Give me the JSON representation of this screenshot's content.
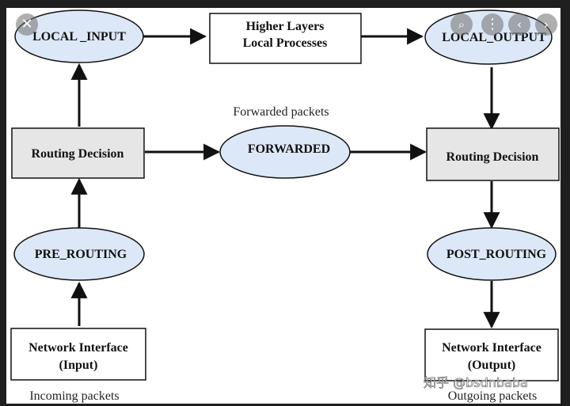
{
  "viewer": {
    "close_glyph": "✕",
    "lens_glyph": "⌕",
    "more_glyph": "⋮",
    "prev_glyph": "‹",
    "next_glyph": "›",
    "icons": [
      "close-icon",
      "lens-icon",
      "more-vert-icon",
      "chevron-left-icon",
      "chevron-right-icon"
    ]
  },
  "diagram": {
    "nodes": {
      "local_input": "LOCAL _INPUT",
      "higher_layers_line1": "Higher Layers",
      "higher_layers_line2": "Local Processes",
      "local_output": "LOCAL_OUTPUT",
      "routing_left": "Routing Decision",
      "forwarded": "FORWARDED",
      "routing_right": "Routing Decision",
      "pre_routing": "PRE_ROUTING",
      "post_routing": "POST_ROUTING",
      "ni_input_line1": "Network Interface",
      "ni_input_line2": "(Input)",
      "ni_output_line1": "Network Interface",
      "ni_output_line2": "(Output)"
    },
    "labels": {
      "forwarded_packets": "Forwarded packets",
      "incoming_packets": "Incoming packets",
      "outgoing_packets": "Outgoing packets"
    },
    "watermark": "知乎 @bsdnbaba",
    "colors": {
      "ellipse_fill": "#dce8f7",
      "box_fill": "#e6e6e6",
      "stroke": "#111111"
    }
  }
}
